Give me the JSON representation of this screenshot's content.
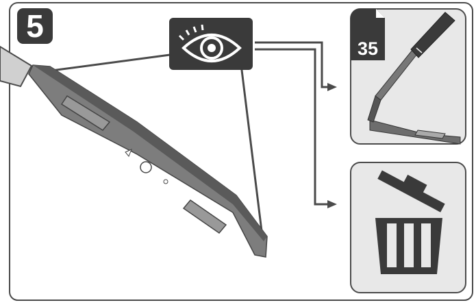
{
  "step": {
    "number": "5"
  },
  "inspect_panel": {
    "icon": "eye-icon"
  },
  "results": [
    {
      "name": "sharpen",
      "page_ref": "35",
      "icon": "file-sharpener-icon"
    },
    {
      "name": "dispose",
      "icon": "trash-bin-icon"
    }
  ],
  "colors": {
    "frame": "#4a4a4a",
    "badge": "#3a3a3a",
    "blade_dark": "#555555",
    "blade_light": "#8a8a8a",
    "panel_bg": "#e8e8e8"
  }
}
